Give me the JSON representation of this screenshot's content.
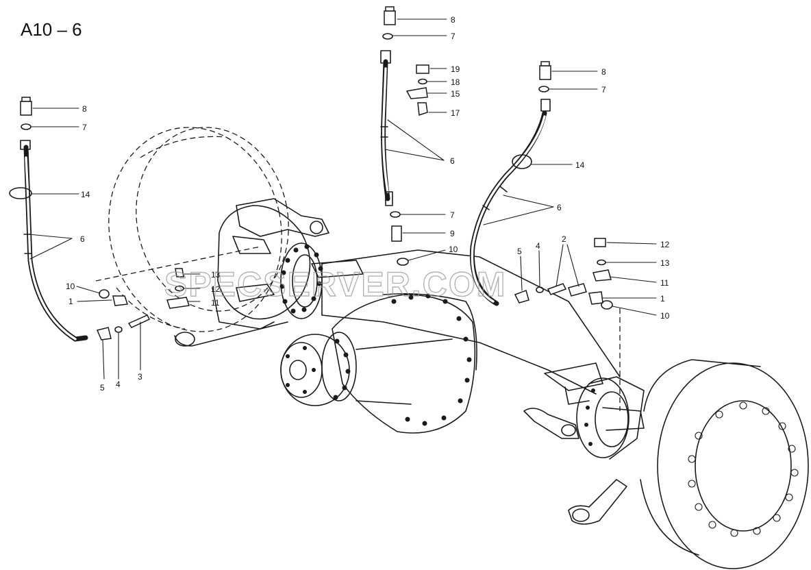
{
  "title": "A10 – 6",
  "watermark": "SPECSERVER.COM",
  "callouts": [
    {
      "id": "c-left-8",
      "label": "8"
    },
    {
      "id": "c-left-7",
      "label": "7"
    },
    {
      "id": "c-left-14",
      "label": "14"
    },
    {
      "id": "c-left-6",
      "label": "6"
    },
    {
      "id": "c-left-10",
      "label": "10"
    },
    {
      "id": "c-left-1",
      "label": "1"
    },
    {
      "id": "c-left-13",
      "label": "13"
    },
    {
      "id": "c-left-12",
      "label": "12"
    },
    {
      "id": "c-left-11",
      "label": "11"
    },
    {
      "id": "c-left-5",
      "label": "5"
    },
    {
      "id": "c-left-4",
      "label": "4"
    },
    {
      "id": "c-left-3",
      "label": "3"
    },
    {
      "id": "c-mid-8",
      "label": "8"
    },
    {
      "id": "c-mid-7a",
      "label": "7"
    },
    {
      "id": "c-mid-19",
      "label": "19"
    },
    {
      "id": "c-mid-18",
      "label": "18"
    },
    {
      "id": "c-mid-15",
      "label": "15"
    },
    {
      "id": "c-mid-17",
      "label": "17"
    },
    {
      "id": "c-mid-6",
      "label": "6"
    },
    {
      "id": "c-mid-7b",
      "label": "7"
    },
    {
      "id": "c-mid-9",
      "label": "9"
    },
    {
      "id": "c-mid-10",
      "label": "10"
    },
    {
      "id": "c-right-8",
      "label": "8"
    },
    {
      "id": "c-right-7",
      "label": "7"
    },
    {
      "id": "c-right-14",
      "label": "14"
    },
    {
      "id": "c-right-6",
      "label": "6"
    },
    {
      "id": "c-right-2",
      "label": "2"
    },
    {
      "id": "c-right-5",
      "label": "5"
    },
    {
      "id": "c-right-4",
      "label": "4"
    },
    {
      "id": "c-right-12",
      "label": "12"
    },
    {
      "id": "c-right-13",
      "label": "13"
    },
    {
      "id": "c-right-11",
      "label": "11"
    },
    {
      "id": "c-right-1",
      "label": "1"
    },
    {
      "id": "c-right-10",
      "label": "10"
    }
  ]
}
